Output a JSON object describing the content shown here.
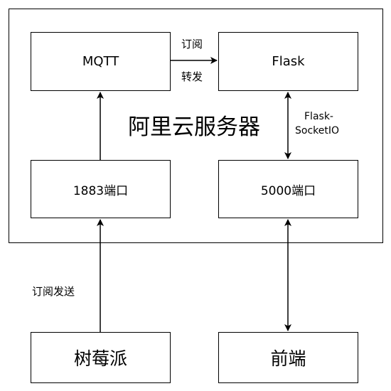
{
  "server": {
    "title": "阿里云服务器"
  },
  "nodes": {
    "mqtt": "MQTT",
    "flask": "Flask",
    "port1883": "1883端口",
    "port5000": "5000端口",
    "raspberry": "树莓派",
    "frontend": "前端"
  },
  "edge_labels": {
    "subscribe_top": "订阅",
    "forward": "转发",
    "socketio_line1": "Flask-",
    "socketio_line2": "SocketIO",
    "subscribe_send": "订阅发送"
  }
}
